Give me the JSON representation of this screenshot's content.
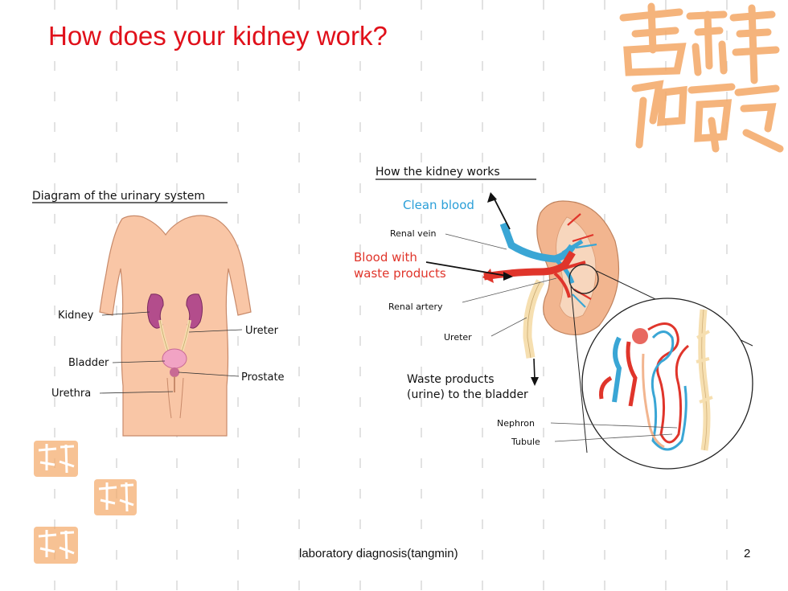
{
  "slide": {
    "title": "How does your kidney work?",
    "footer": "laboratory diagnosis(tangmin)",
    "page_number": "2"
  },
  "urinary_diagram": {
    "heading": "Diagram of the urinary system",
    "labels": {
      "kidney": "Kidney",
      "ureter": "Ureter",
      "bladder": "Bladder",
      "prostate": "Prostate",
      "urethra": "Urethra"
    }
  },
  "kidney_diagram": {
    "heading": "How the kidney works",
    "labels": {
      "clean_blood": "Clean blood",
      "renal_vein": "Renal vein",
      "blood_waste_line1": "Blood with",
      "blood_waste_line2": "waste products",
      "renal_artery": "Renal artery",
      "ureter": "Ureter",
      "waste_line1": "Waste products",
      "waste_line2": "(urine) to the bladder",
      "nephron": "Nephron",
      "tubule": "Tubule"
    }
  },
  "colors": {
    "title": "#e0101a",
    "skin": "#f9c6a6",
    "skin_outline": "#c88a6a",
    "kidney_purple": "#b34d8c",
    "bladder_pink": "#f1a3c4",
    "clean_blood_text": "#2b9fd8",
    "vein_blue": "#3aa6d5",
    "artery_red": "#e0352b",
    "waste_text": "#e0352b",
    "ureter_cream": "#f6dfb0",
    "seal_orange": "#f4a866"
  }
}
